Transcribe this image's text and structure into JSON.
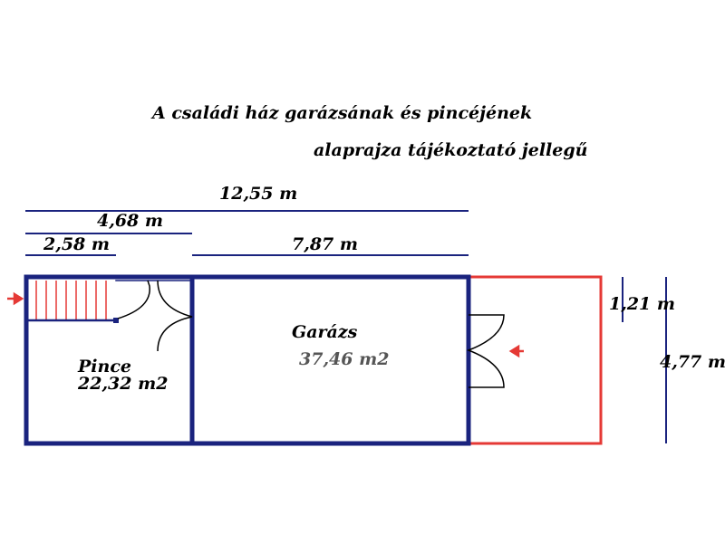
{
  "title": {
    "line1": "A családi ház garázsának és pincéjének",
    "line2": "alaprajza tájékoztató jellegű"
  },
  "dimensions": {
    "total_width": "12,55 m",
    "width_a": "4,68 m",
    "width_b": "2,58 m",
    "width_c": "7,87 m",
    "depth_small": "1,21 m",
    "depth_total": "4,77 m"
  },
  "rooms": {
    "pince": {
      "name": "Pince",
      "area": "22,32 m2"
    },
    "garazs": {
      "name": "Garázs",
      "area": "37,46 m2"
    }
  },
  "colors": {
    "wall": "#1a237e",
    "extension": "#e53935",
    "dimension_line": "#1a237e",
    "stairs": "#e53935",
    "arrow": "#e53935"
  }
}
